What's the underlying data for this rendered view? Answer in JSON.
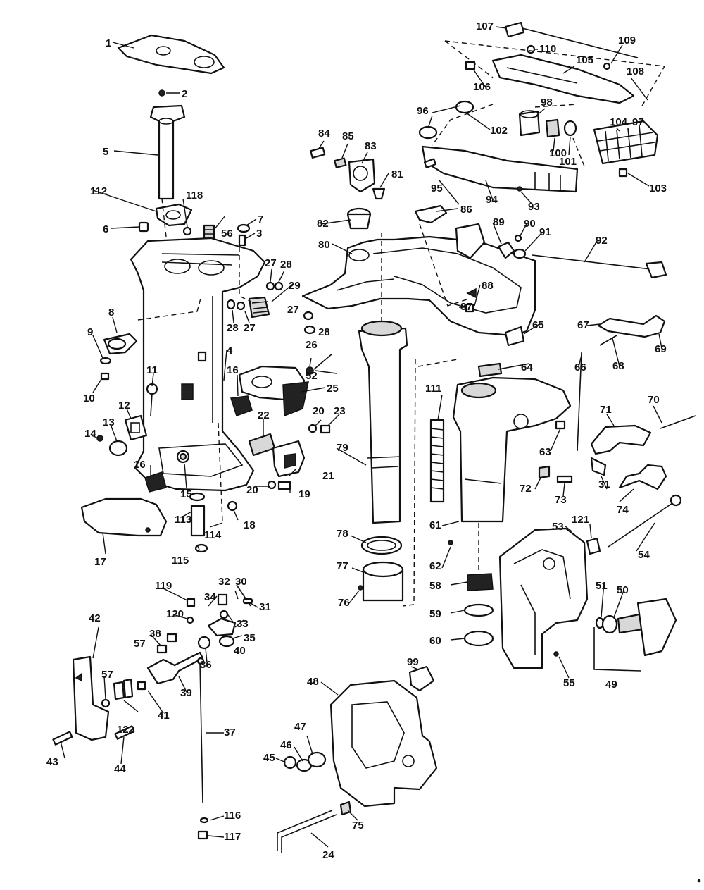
{
  "callouts": [
    {
      "number": "1"
    },
    {
      "number": "2"
    },
    {
      "number": "3"
    },
    {
      "number": "4"
    },
    {
      "number": "5"
    },
    {
      "number": "6"
    },
    {
      "number": "7"
    },
    {
      "number": "8"
    },
    {
      "number": "9"
    },
    {
      "number": "10"
    },
    {
      "number": "11"
    },
    {
      "number": "12"
    },
    {
      "number": "13"
    },
    {
      "number": "14"
    },
    {
      "number": "15"
    },
    {
      "number": "16"
    },
    {
      "number": "16"
    },
    {
      "number": "17"
    },
    {
      "number": "18"
    },
    {
      "number": "19"
    },
    {
      "number": "20"
    },
    {
      "number": "20"
    },
    {
      "number": "21"
    },
    {
      "number": "22"
    },
    {
      "number": "23"
    },
    {
      "number": "24"
    },
    {
      "number": "25"
    },
    {
      "number": "26"
    },
    {
      "number": "27"
    },
    {
      "number": "27"
    },
    {
      "number": "27"
    },
    {
      "number": "28"
    },
    {
      "number": "28"
    },
    {
      "number": "28"
    },
    {
      "number": "29"
    },
    {
      "number": "30"
    },
    {
      "number": "31"
    },
    {
      "number": "31"
    },
    {
      "number": "32"
    },
    {
      "number": "33"
    },
    {
      "number": "34"
    },
    {
      "number": "35"
    },
    {
      "number": "36"
    },
    {
      "number": "37"
    },
    {
      "number": "38"
    },
    {
      "number": "39"
    },
    {
      "number": "40"
    },
    {
      "number": "41"
    },
    {
      "number": "42"
    },
    {
      "number": "43"
    },
    {
      "number": "44"
    },
    {
      "number": "45"
    },
    {
      "number": "46"
    },
    {
      "number": "47"
    },
    {
      "number": "48"
    },
    {
      "number": "49"
    },
    {
      "number": "50"
    },
    {
      "number": "51"
    },
    {
      "number": "52"
    },
    {
      "number": "53"
    },
    {
      "number": "54"
    },
    {
      "number": "55"
    },
    {
      "number": "56"
    },
    {
      "number": "57"
    },
    {
      "number": "57"
    },
    {
      "number": "58"
    },
    {
      "number": "59"
    },
    {
      "number": "60"
    },
    {
      "number": "61"
    },
    {
      "number": "62"
    },
    {
      "number": "63"
    },
    {
      "number": "64"
    },
    {
      "number": "65"
    },
    {
      "number": "66"
    },
    {
      "number": "67"
    },
    {
      "number": "68"
    },
    {
      "number": "69"
    },
    {
      "number": "70"
    },
    {
      "number": "71"
    },
    {
      "number": "72"
    },
    {
      "number": "73"
    },
    {
      "number": "74"
    },
    {
      "number": "75"
    },
    {
      "number": "76"
    },
    {
      "number": "77"
    },
    {
      "number": "78"
    },
    {
      "number": "79"
    },
    {
      "number": "80"
    },
    {
      "number": "81"
    },
    {
      "number": "82"
    },
    {
      "number": "83"
    },
    {
      "number": "84"
    },
    {
      "number": "85"
    },
    {
      "number": "86"
    },
    {
      "number": "87"
    },
    {
      "number": "88"
    },
    {
      "number": "89"
    },
    {
      "number": "90"
    },
    {
      "number": "91"
    },
    {
      "number": "92"
    },
    {
      "number": "93"
    },
    {
      "number": "94"
    },
    {
      "number": "95"
    },
    {
      "number": "96"
    },
    {
      "number": "97"
    },
    {
      "number": "98"
    },
    {
      "number": "99"
    },
    {
      "number": "100"
    },
    {
      "number": "101"
    },
    {
      "number": "102"
    },
    {
      "number": "103"
    },
    {
      "number": "104"
    },
    {
      "number": "105"
    },
    {
      "number": "106"
    },
    {
      "number": "107"
    },
    {
      "number": "108"
    },
    {
      "number": "109"
    },
    {
      "number": "110"
    },
    {
      "number": "111"
    },
    {
      "number": "112"
    },
    {
      "number": "113"
    },
    {
      "number": "114"
    },
    {
      "number": "115"
    },
    {
      "number": "116"
    },
    {
      "number": "117"
    },
    {
      "number": "118"
    },
    {
      "number": "119"
    },
    {
      "number": "120"
    },
    {
      "number": "121"
    },
    {
      "number": "122"
    }
  ]
}
